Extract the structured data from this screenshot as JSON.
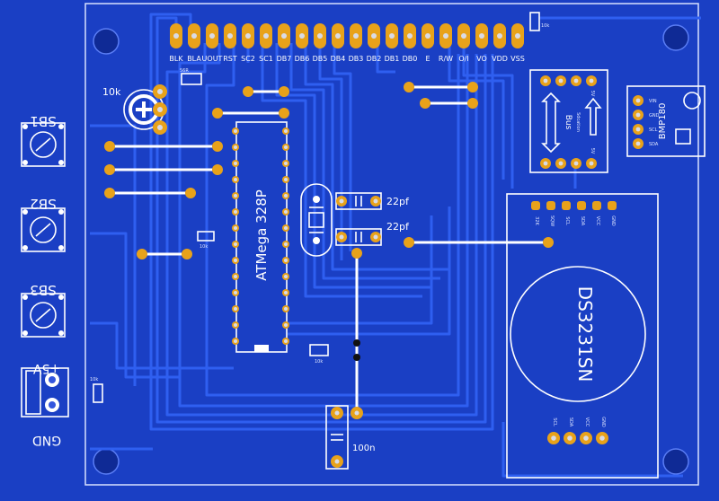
{
  "lcd_header": {
    "pin_labels": [
      "BLK",
      "BLA",
      "UOUT",
      "RST",
      "SC2",
      "SC1",
      "DB7",
      "DB6",
      "DB5",
      "DB4",
      "DB3",
      "DB2",
      "DB1",
      "DB0",
      "E",
      "R/W",
      "O/I",
      "VO",
      "VDD",
      "VSS"
    ]
  },
  "labels": {
    "trimmer": "10k",
    "cap1": "22pf",
    "cap2": "22pf",
    "cap_bypass": "100n",
    "resistor_small_1": "56R",
    "resistor_small_2": "10k",
    "resistor_small_3": "10k",
    "resistor_small_4": "10k",
    "resistor_small_5": "10k",
    "resistor_bottom": "10k"
  },
  "buttons": {
    "sb1": "SB1",
    "sb2": "SB2",
    "sb3": "SB3"
  },
  "power": {
    "plus": "+5V",
    "gnd": "GND"
  },
  "mcu": {
    "label": "ATMega 328P"
  },
  "rtc": {
    "label": "DS3231SN",
    "top_pins": [
      "32K",
      "SQW",
      "SCL",
      "SDA",
      "VCC",
      "GND"
    ],
    "bottom_pins": [
      "SCL",
      "SDA",
      "VCC",
      "GND"
    ]
  },
  "level_shifter": {
    "label1": "Bus",
    "label2": "Sdcation",
    "top_pins": [
      "",
      "",
      "5V"
    ],
    "bottom_pins": [
      "",
      "",
      "5V"
    ]
  },
  "sensor": {
    "label": "BMP180",
    "pins": [
      "VIN",
      "GND",
      "SCL",
      "SDA"
    ]
  }
}
